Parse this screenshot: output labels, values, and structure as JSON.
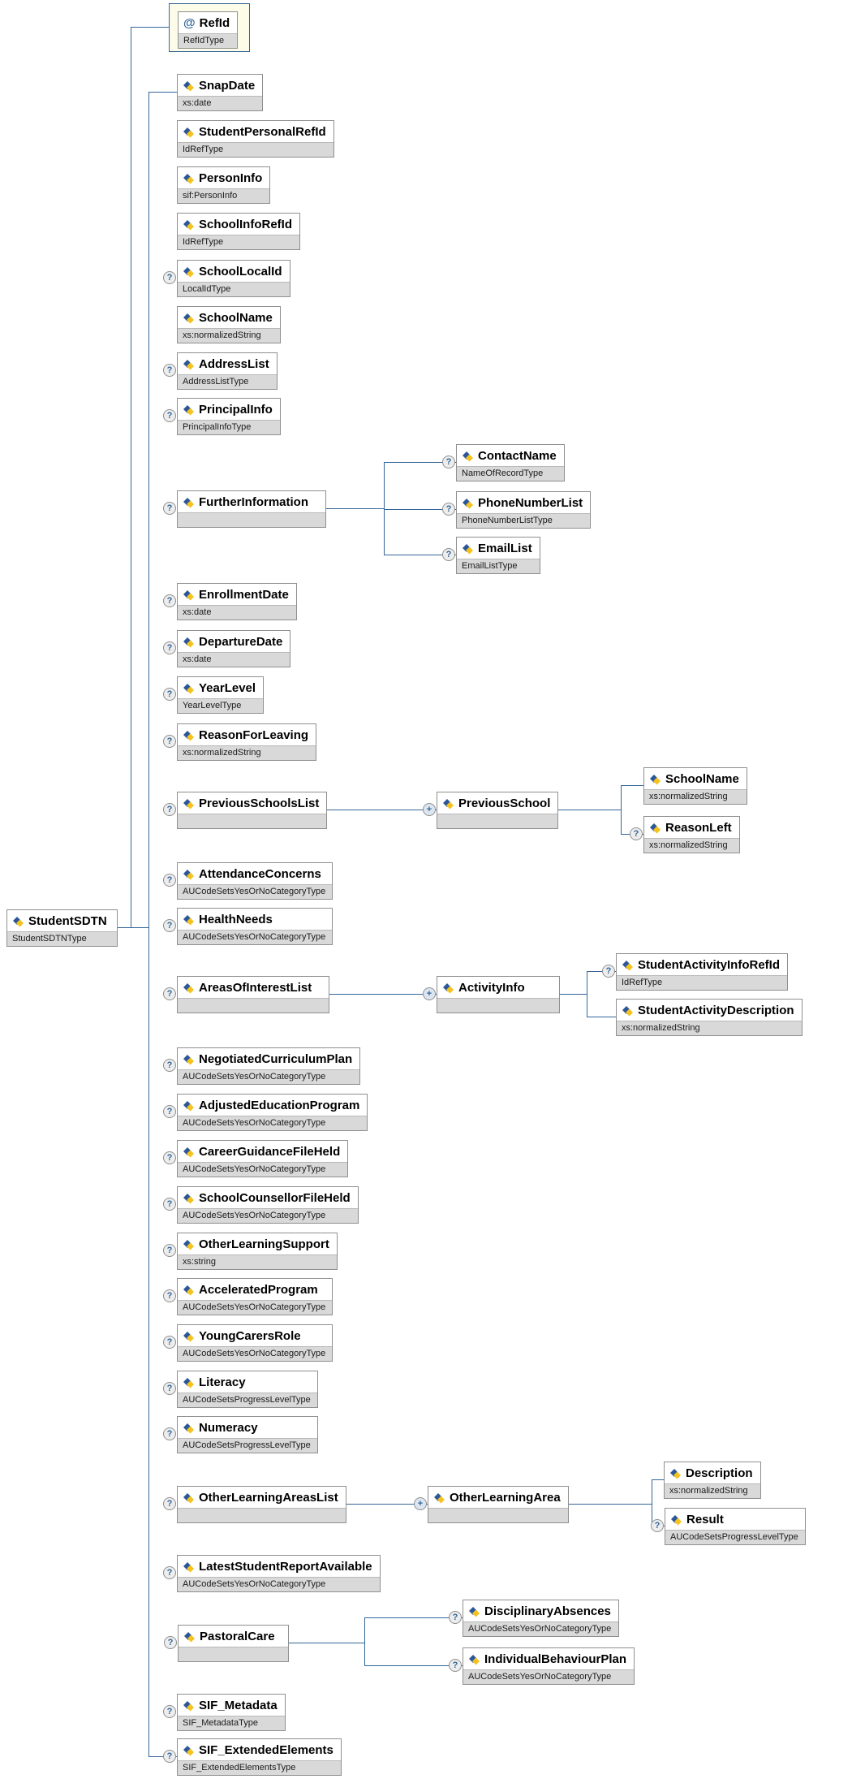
{
  "markers": {
    "optional": "?",
    "repeating": "+",
    "attribute_prefix": "@"
  },
  "colors": {
    "connector_line": "#336699",
    "box_border": "#8f8f8f",
    "type_band_bg": "#d9d9d9",
    "attribute_container_bg": "#fdfce9",
    "icon_blue": "#2b579a",
    "icon_yellow": "#f6c21d"
  },
  "diagram": {
    "root": {
      "name": "StudentSDTN",
      "type": "StudentSDTNType",
      "optional": false
    },
    "attribute": {
      "name": "RefId",
      "type": "RefIdType"
    },
    "elements": [
      {
        "name": "SnapDate",
        "type": "xs:date",
        "optional": false
      },
      {
        "name": "StudentPersonalRefId",
        "type": "IdRefType",
        "optional": false
      },
      {
        "name": "PersonInfo",
        "type": "sif:PersonInfo",
        "optional": false
      },
      {
        "name": "SchoolInfoRefId",
        "type": "IdRefType",
        "optional": false
      },
      {
        "name": "SchoolLocalId",
        "type": "LocalIdType",
        "optional": true
      },
      {
        "name": "SchoolName",
        "type": "xs:normalizedString",
        "optional": false
      },
      {
        "name": "AddressList",
        "type": "AddressListType",
        "optional": true
      },
      {
        "name": "PrincipalInfo",
        "type": "PrincipalInfoType",
        "optional": true
      },
      {
        "name": "FurtherInformation",
        "type": "",
        "optional": true,
        "children": [
          {
            "name": "ContactName",
            "type": "NameOfRecordType",
            "optional": true
          },
          {
            "name": "PhoneNumberList",
            "type": "PhoneNumberListType",
            "optional": true
          },
          {
            "name": "EmailList",
            "type": "EmailListType",
            "optional": true
          }
        ]
      },
      {
        "name": "EnrollmentDate",
        "type": "xs:date",
        "optional": true
      },
      {
        "name": "DepartureDate",
        "type": "xs:date",
        "optional": true
      },
      {
        "name": "YearLevel",
        "type": "YearLevelType",
        "optional": true
      },
      {
        "name": "ReasonForLeaving",
        "type": "xs:normalizedString",
        "optional": true
      },
      {
        "name": "PreviousSchoolsList",
        "type": "",
        "optional": true,
        "children": [
          {
            "name": "PreviousSchool",
            "type": "",
            "optional": false,
            "repeating": true,
            "children": [
              {
                "name": "SchoolName",
                "type": "xs:normalizedString",
                "optional": false
              },
              {
                "name": "ReasonLeft",
                "type": "xs:normalizedString",
                "optional": true
              }
            ]
          }
        ]
      },
      {
        "name": "AttendanceConcerns",
        "type": "AUCodeSetsYesOrNoCategoryType",
        "optional": true
      },
      {
        "name": "HealthNeeds",
        "type": "AUCodeSetsYesOrNoCategoryType",
        "optional": true
      },
      {
        "name": "AreasOfInterestList",
        "type": "",
        "optional": true,
        "children": [
          {
            "name": "ActivityInfo",
            "type": "",
            "optional": false,
            "repeating": true,
            "children": [
              {
                "name": "StudentActivityInfoRefId",
                "type": "IdRefType",
                "optional": true
              },
              {
                "name": "StudentActivityDescription",
                "type": "xs:normalizedString",
                "optional": false
              }
            ]
          }
        ]
      },
      {
        "name": "NegotiatedCurriculumPlan",
        "type": "AUCodeSetsYesOrNoCategoryType",
        "optional": true
      },
      {
        "name": "AdjustedEducationProgram",
        "type": "AUCodeSetsYesOrNoCategoryType",
        "optional": true
      },
      {
        "name": "CareerGuidanceFileHeld",
        "type": "AUCodeSetsYesOrNoCategoryType",
        "optional": true
      },
      {
        "name": "SchoolCounsellorFileHeld",
        "type": "AUCodeSetsYesOrNoCategoryType",
        "optional": true
      },
      {
        "name": "OtherLearningSupport",
        "type": "xs:string",
        "optional": true
      },
      {
        "name": "AcceleratedProgram",
        "type": "AUCodeSetsYesOrNoCategoryType",
        "optional": true
      },
      {
        "name": "YoungCarersRole",
        "type": "AUCodeSetsYesOrNoCategoryType",
        "optional": true
      },
      {
        "name": "Literacy",
        "type": "AUCodeSetsProgressLevelType",
        "optional": true
      },
      {
        "name": "Numeracy",
        "type": "AUCodeSetsProgressLevelType",
        "optional": true
      },
      {
        "name": "OtherLearningAreasList",
        "type": "",
        "optional": true,
        "children": [
          {
            "name": "OtherLearningArea",
            "type": "",
            "optional": false,
            "repeating": true,
            "children": [
              {
                "name": "Description",
                "type": "xs:normalizedString",
                "optional": false
              },
              {
                "name": "Result",
                "type": "AUCodeSetsProgressLevelType",
                "optional": true
              }
            ]
          }
        ]
      },
      {
        "name": "LatestStudentReportAvailable",
        "type": "AUCodeSetsYesOrNoCategoryType",
        "optional": true
      },
      {
        "name": "PastoralCare",
        "type": "",
        "optional": true,
        "children": [
          {
            "name": "DisciplinaryAbsences",
            "type": "AUCodeSetsYesOrNoCategoryType",
            "optional": true
          },
          {
            "name": "IndividualBehaviourPlan",
            "type": "AUCodeSetsYesOrNoCategoryType",
            "optional": true
          }
        ]
      },
      {
        "name": "SIF_Metadata",
        "type": "SIF_MetadataType",
        "optional": true
      },
      {
        "name": "SIF_ExtendedElements",
        "type": "SIF_ExtendedElementsType",
        "optional": true
      }
    ]
  }
}
